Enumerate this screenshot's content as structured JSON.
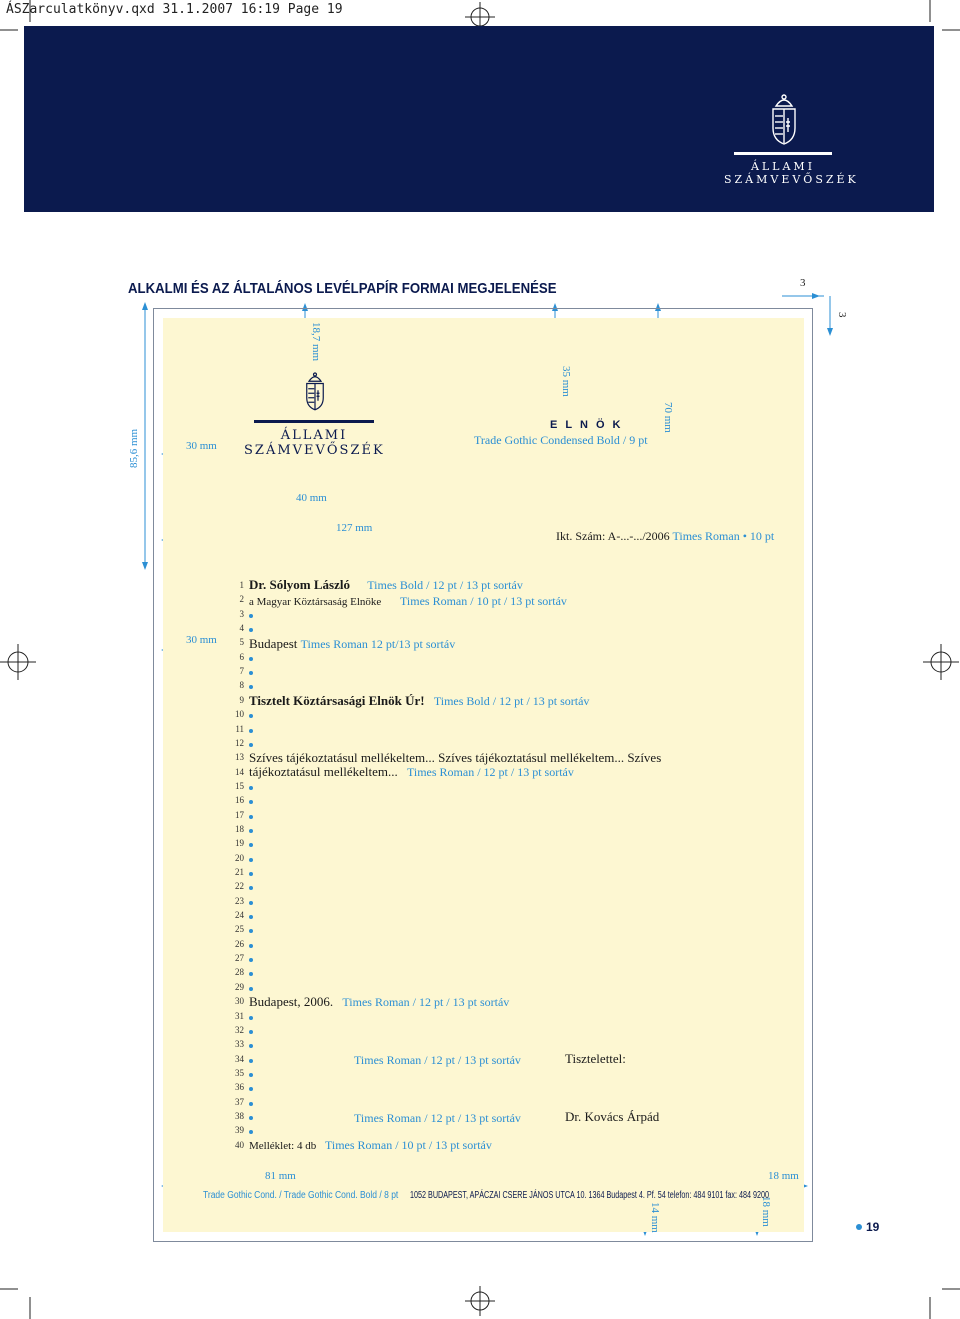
{
  "file_header": "ÁSZarculatkönyv.qxd   31.1.2007   16:19   Page 19",
  "banner": {
    "line1": "ÁLLAMI",
    "line2": "SZÁMVEVŐSZÉK"
  },
  "heading": "ALKALMI ÉS AZ ÁLTALÁNOS LEVÉLPAPÍR FORMAI MEGJELENÉSE",
  "dims": {
    "bleed_h": "3",
    "bleed_v": "3",
    "d_85_6": "85,6 mm",
    "d_30_top": "30 mm",
    "d_18_7": "18,7 mm",
    "d_35": "35 mm",
    "d_70": "70 mm",
    "d_40": "40 mm",
    "d_127": "127 mm",
    "d_30_left": "30 mm",
    "d_81": "81 mm",
    "d_18": "18 mm",
    "d_14": "14 mm",
    "d_18b": "18 mm"
  },
  "logo": {
    "line1": "ÁLLAMI",
    "line2": "SZÁMVEVŐSZÉK"
  },
  "elnok": {
    "label": "ELNÖK",
    "spec": "Trade Gothic Condensed Bold / 9 pt"
  },
  "ikt": {
    "text": "Ikt. Szám: A-...-.../2006",
    "spec": "Times Roman",
    "size": "10 pt"
  },
  "letter": {
    "name": "Dr. Sólyom László",
    "name_spec": "Times Bold / 12 pt / 13 pt sortáv",
    "title": "a Magyar Köztársaság Elnöke",
    "title_spec": "Times Roman / 10 pt / 13 pt sortáv",
    "city": "Budapest",
    "city_spec": "Times Roman 12 pt/13 pt sortáv",
    "salutation": "Tisztelt Köztársasági Elnök Úr!",
    "salutation_spec": "Times Bold / 12 pt / 13 pt sortáv",
    "body1": "Szíves tájékoztatásul mellékeltem... Szíves tájékoztatásul mellékeltem... Szíves",
    "body2": "tájékoztatásul mellékeltem...",
    "body_spec": "Times Roman / 12 pt / 13 pt sortáv",
    "date": "Budapest, 2006.",
    "date_spec": "Times Roman / 12 pt / 13 pt sortáv",
    "greet_spec": "Times Roman / 12 pt / 13 pt sortáv",
    "greeting": "Tisztelettel:",
    "sign_spec": "Times Roman / 12 pt / 13 pt sortáv",
    "signature": "Dr. Kovács Árpád",
    "attachment": "Melléklet: 4 db",
    "attachment_spec": "Times Roman / 10 pt / 13 pt sortáv"
  },
  "line_numbers": [
    "1",
    "2",
    "3",
    "4",
    "5",
    "6",
    "7",
    "8",
    "9",
    "10",
    "11",
    "12",
    "13",
    "14",
    "15",
    "16",
    "17",
    "18",
    "19",
    "20",
    "21",
    "22",
    "23",
    "24",
    "25",
    "26",
    "27",
    "28",
    "29",
    "30",
    "31",
    "32",
    "33",
    "34",
    "35",
    "36",
    "37",
    "38",
    "39",
    "40"
  ],
  "footer": {
    "spec": "Trade Gothic Cond. / Trade Gothic Cond. Bold / 8 pt",
    "address": "1052 BUDAPEST, APÁCZAI CSERE JÁNOS UTCA 10.   1364 Budapest 4. Pf. 54   telefon: 484 9101   fax: 484 9200"
  },
  "page_number": "19",
  "colors": {
    "navy": "#0b1a4e",
    "cyan": "#2b8fd4",
    "paper": "#fdf7d2"
  }
}
